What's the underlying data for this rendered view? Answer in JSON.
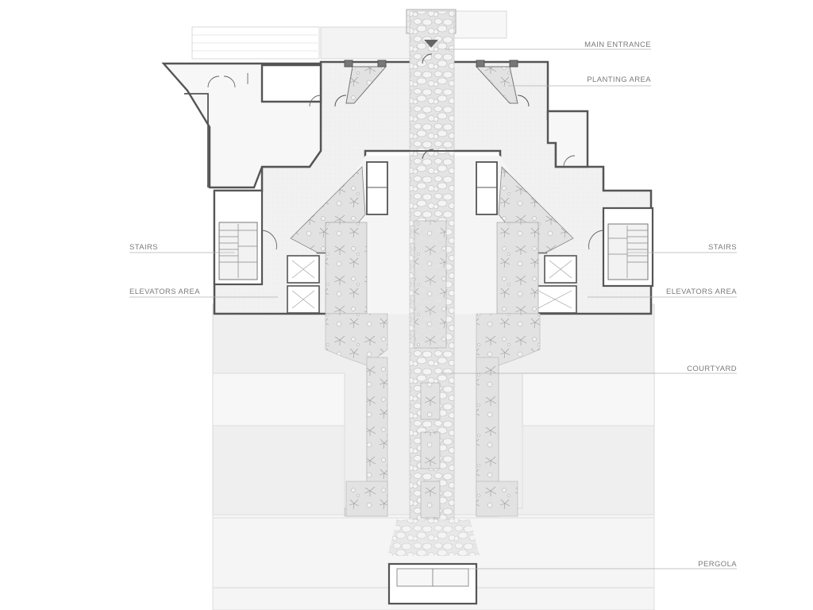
{
  "labels": {
    "main_entrance": "MAIN ENTRANCE",
    "planting_area": "PLANTING AREA",
    "stairs_left": "STAIRS",
    "stairs_right": "STAIRS",
    "elevators_left": "ELEVATORS AREA",
    "elevators_right": "ELEVATORS AREA",
    "courtyard": "COURTYARD",
    "pergola": "PERGOLA"
  },
  "colors": {
    "wall": "#555555",
    "floor": "#f1f1f1",
    "courtyard_ground": "#ececec",
    "planting": "#dedede",
    "pebble_path": "#d4d4d4",
    "leader": "#b0b0b0"
  }
}
